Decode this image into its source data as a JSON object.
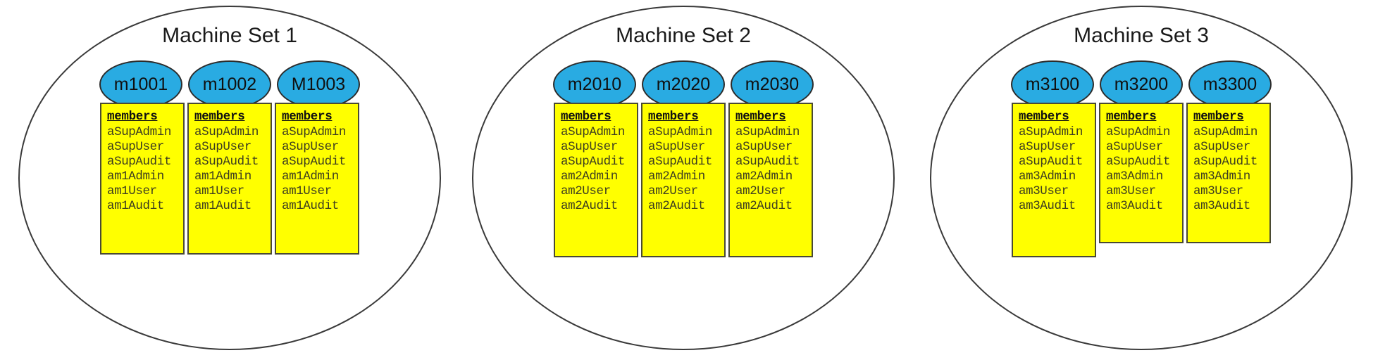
{
  "diagram": {
    "type": "set-membership-diagram",
    "colors": {
      "node_fill": "#29ABE2",
      "box_fill": "#FFFF00",
      "outline": "#3a3a3a",
      "text": "#1a1a1a"
    },
    "member_list_header": "members",
    "sets": [
      {
        "title": "Machine Set 1",
        "nodes": [
          {
            "label": "m1001"
          },
          {
            "label": "m1002"
          },
          {
            "label": "M1003"
          }
        ],
        "boxes": [
          {
            "header": "members",
            "items": [
              "aSupAdmin",
              "aSupUser",
              "aSupAudit",
              "am1Admin",
              "am1User",
              "am1Audit"
            ]
          },
          {
            "header": "members",
            "items": [
              "aSupAdmin",
              "aSupUser",
              "aSupAudit",
              "am1Admin",
              "am1User",
              "am1Audit"
            ]
          },
          {
            "header": "members",
            "items": [
              "aSupAdmin",
              "aSupUser",
              "aSupAudit",
              "am1Admin",
              "am1User",
              "am1Audit"
            ]
          }
        ]
      },
      {
        "title": "Machine Set 2",
        "nodes": [
          {
            "label": "m2010"
          },
          {
            "label": "m2020"
          },
          {
            "label": "m2030"
          }
        ],
        "boxes": [
          {
            "header": "members",
            "items": [
              "aSupAdmin",
              "aSupUser",
              "aSupAudit",
              "am2Admin",
              "am2User",
              "am2Audit"
            ]
          },
          {
            "header": "members",
            "items": [
              "aSupAdmin",
              "aSupUser",
              "aSupAudit",
              "am2Admin",
              "am2User",
              "am2Audit"
            ]
          },
          {
            "header": "members",
            "items": [
              "aSupAdmin",
              "aSupUser",
              "aSupAudit",
              "am2Admin",
              "am2User",
              "am2Audit"
            ]
          }
        ]
      },
      {
        "title": "Machine Set 3",
        "nodes": [
          {
            "label": "m3100"
          },
          {
            "label": "m3200"
          },
          {
            "label": "m3300"
          }
        ],
        "boxes": [
          {
            "header": "members",
            "items": [
              "aSupAdmin",
              "aSupUser",
              "aSupAudit",
              "am3Admin",
              "am3User",
              "am3Audit"
            ]
          },
          {
            "header": "members",
            "items": [
              "aSupAdmin",
              "aSupUser",
              "aSupAudit",
              "am3Admin",
              "am3User",
              "am3Audit"
            ]
          },
          {
            "header": "members",
            "items": [
              "aSupAdmin",
              "aSupUser",
              "aSupAudit",
              "am3Admin",
              "am3User",
              "am3Audit"
            ]
          }
        ]
      }
    ]
  }
}
